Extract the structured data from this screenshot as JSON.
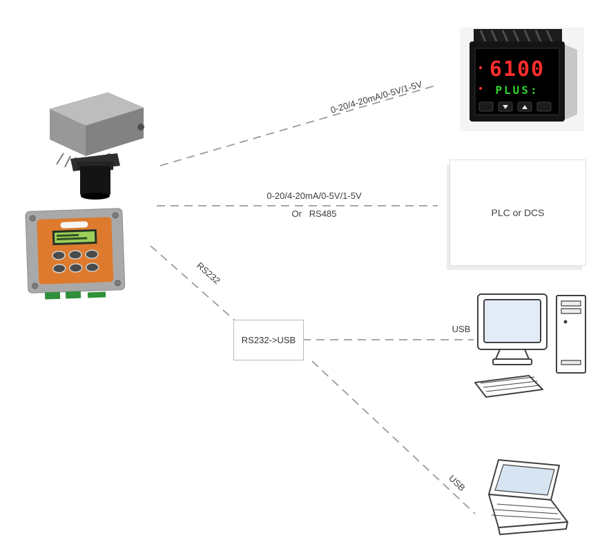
{
  "labels": {
    "analog_to_meter": "0-20/4-20mA/0-5V/1-5V",
    "analog_to_plc": "0-20/4-20mA/0-5V/1-5V",
    "or_rs485": "Or   RS485",
    "rs232": "RS232",
    "usb_pc": "USB",
    "usb_laptop": "USB"
  },
  "nodes": {
    "plc_box": "PLC or DCS",
    "converter_box": "RS232->USB"
  },
  "panel_meter": {
    "digits": "6100",
    "word": "PLUS:"
  },
  "colors": {
    "dashed_line": "#9a9a9a",
    "controller_faceplate": "#dd7a2e",
    "meter_digits": "#ff2d2d",
    "meter_word": "#2fd32f",
    "lcd_screen": "#9ccf5a",
    "laptop_screen": "#d7e4f2"
  }
}
